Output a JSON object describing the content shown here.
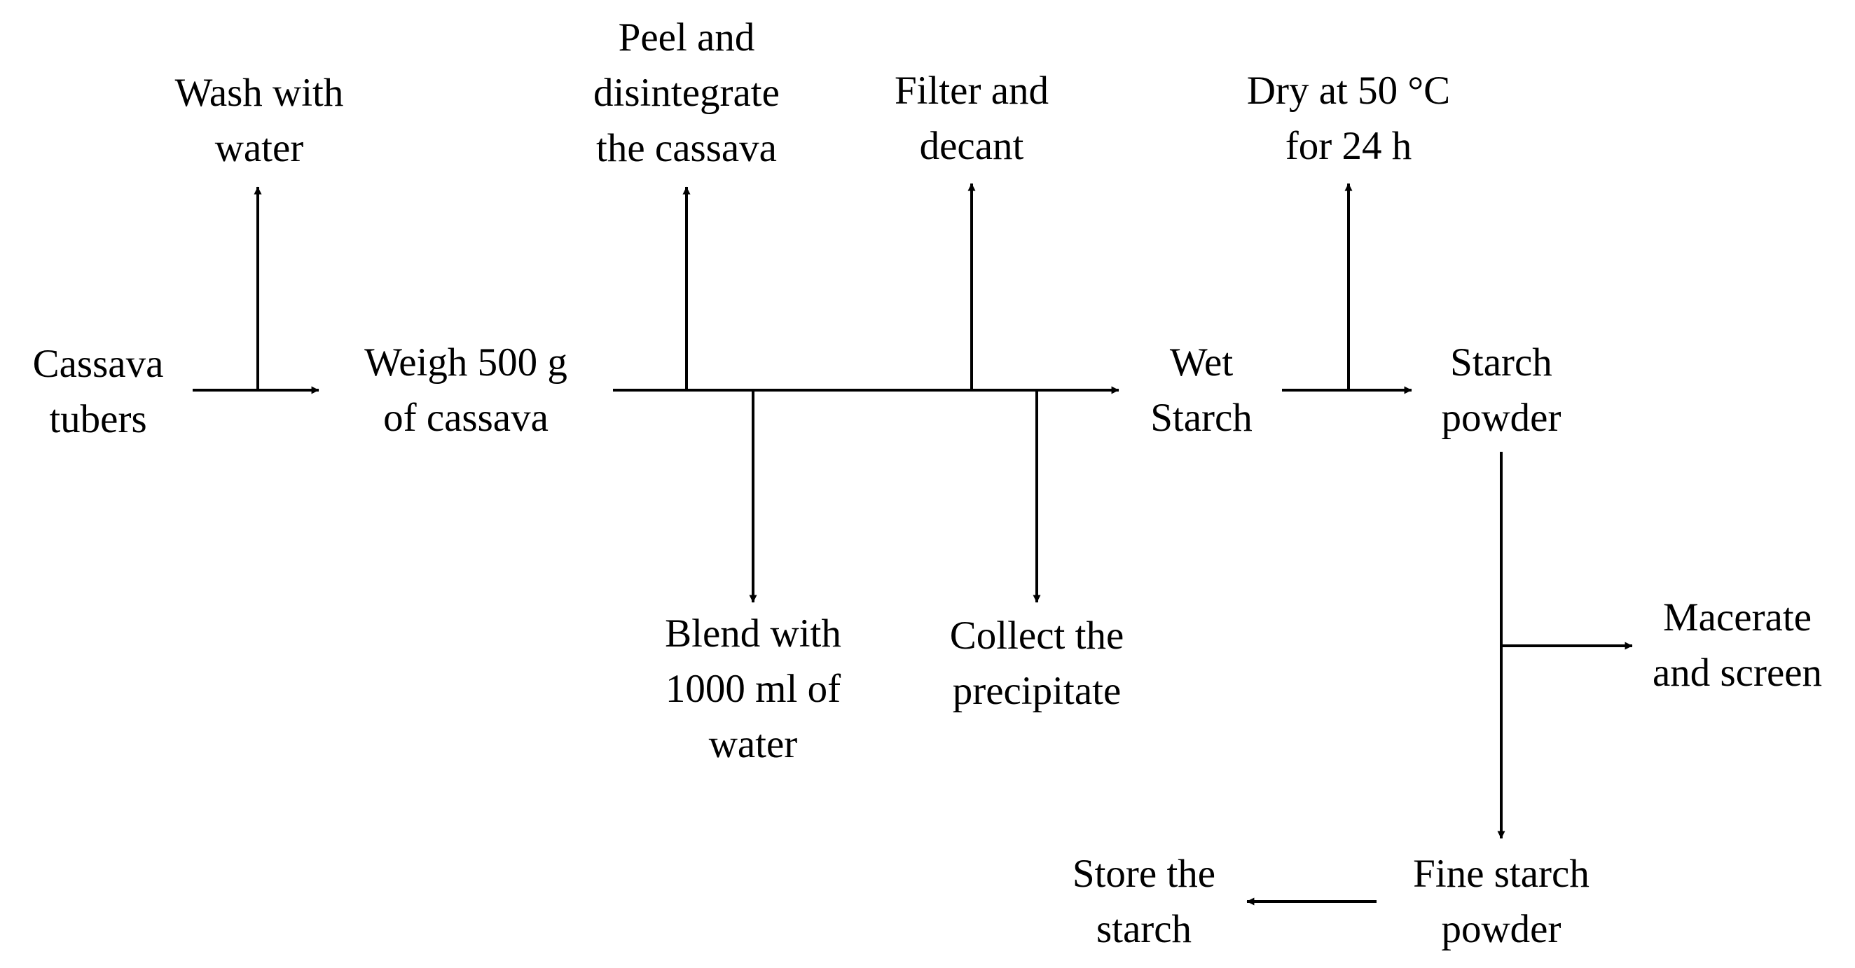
{
  "diagram": {
    "nodes": {
      "cassava_tubers": [
        "Cassava",
        "tubers"
      ],
      "weigh": [
        "Weigh 500 g",
        "of cassava"
      ],
      "wet_starch": [
        "Wet",
        "Starch"
      ],
      "starch_powder": [
        "Starch",
        "powder"
      ],
      "fine_starch_powder": [
        "Fine starch",
        "powder"
      ],
      "store_starch": [
        "Store the",
        "starch"
      ]
    },
    "steps": {
      "wash": [
        "Wash with",
        "water"
      ],
      "peel": [
        "Peel and",
        "disintegrate",
        "the cassava"
      ],
      "filter": [
        "Filter and",
        "decant"
      ],
      "dry": [
        "Dry at 50 °C",
        "for 24 h"
      ],
      "blend": [
        "Blend with",
        "1000 ml of",
        "water"
      ],
      "collect": [
        "Collect the",
        "precipitate"
      ],
      "macerate": [
        "Macerate",
        "and screen"
      ]
    },
    "colors": {
      "line": "#000000",
      "text": "#000000",
      "background": "#ffffff"
    }
  }
}
